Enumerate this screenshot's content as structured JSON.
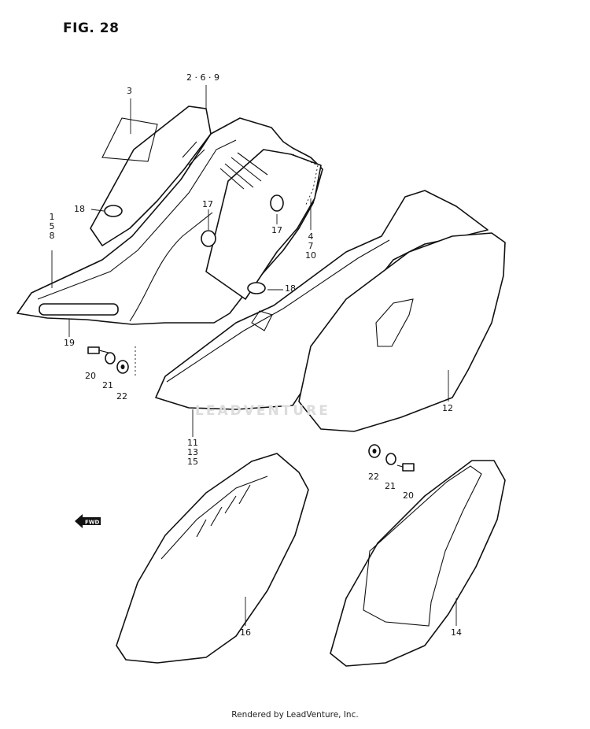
{
  "figure": {
    "title": "FIG. 28",
    "watermark": "LEADVENTURE",
    "fwd_label": "FWD",
    "footer": "Rendered by LeadVenture, Inc."
  },
  "callouts": {
    "c_3": "3",
    "c_269": "2 · 6 · 9",
    "c_158_a": "1",
    "c_158_b": "5",
    "c_158_c": "8",
    "c_18_left": "18",
    "c_17_left": "17",
    "c_17_right": "17",
    "c_4710_a": "4",
    "c_4710_b": "7",
    "c_4710_c": "10",
    "c_18_right": "18",
    "c_19": "19",
    "c_20_left": "20",
    "c_21_left": "21",
    "c_22_left": "22",
    "c_111315_a": "11",
    "c_111315_b": "13",
    "c_111315_c": "15",
    "c_12": "12",
    "c_22_right": "22",
    "c_21_right": "21",
    "c_20_right": "20",
    "c_16": "16",
    "c_14": "14"
  }
}
